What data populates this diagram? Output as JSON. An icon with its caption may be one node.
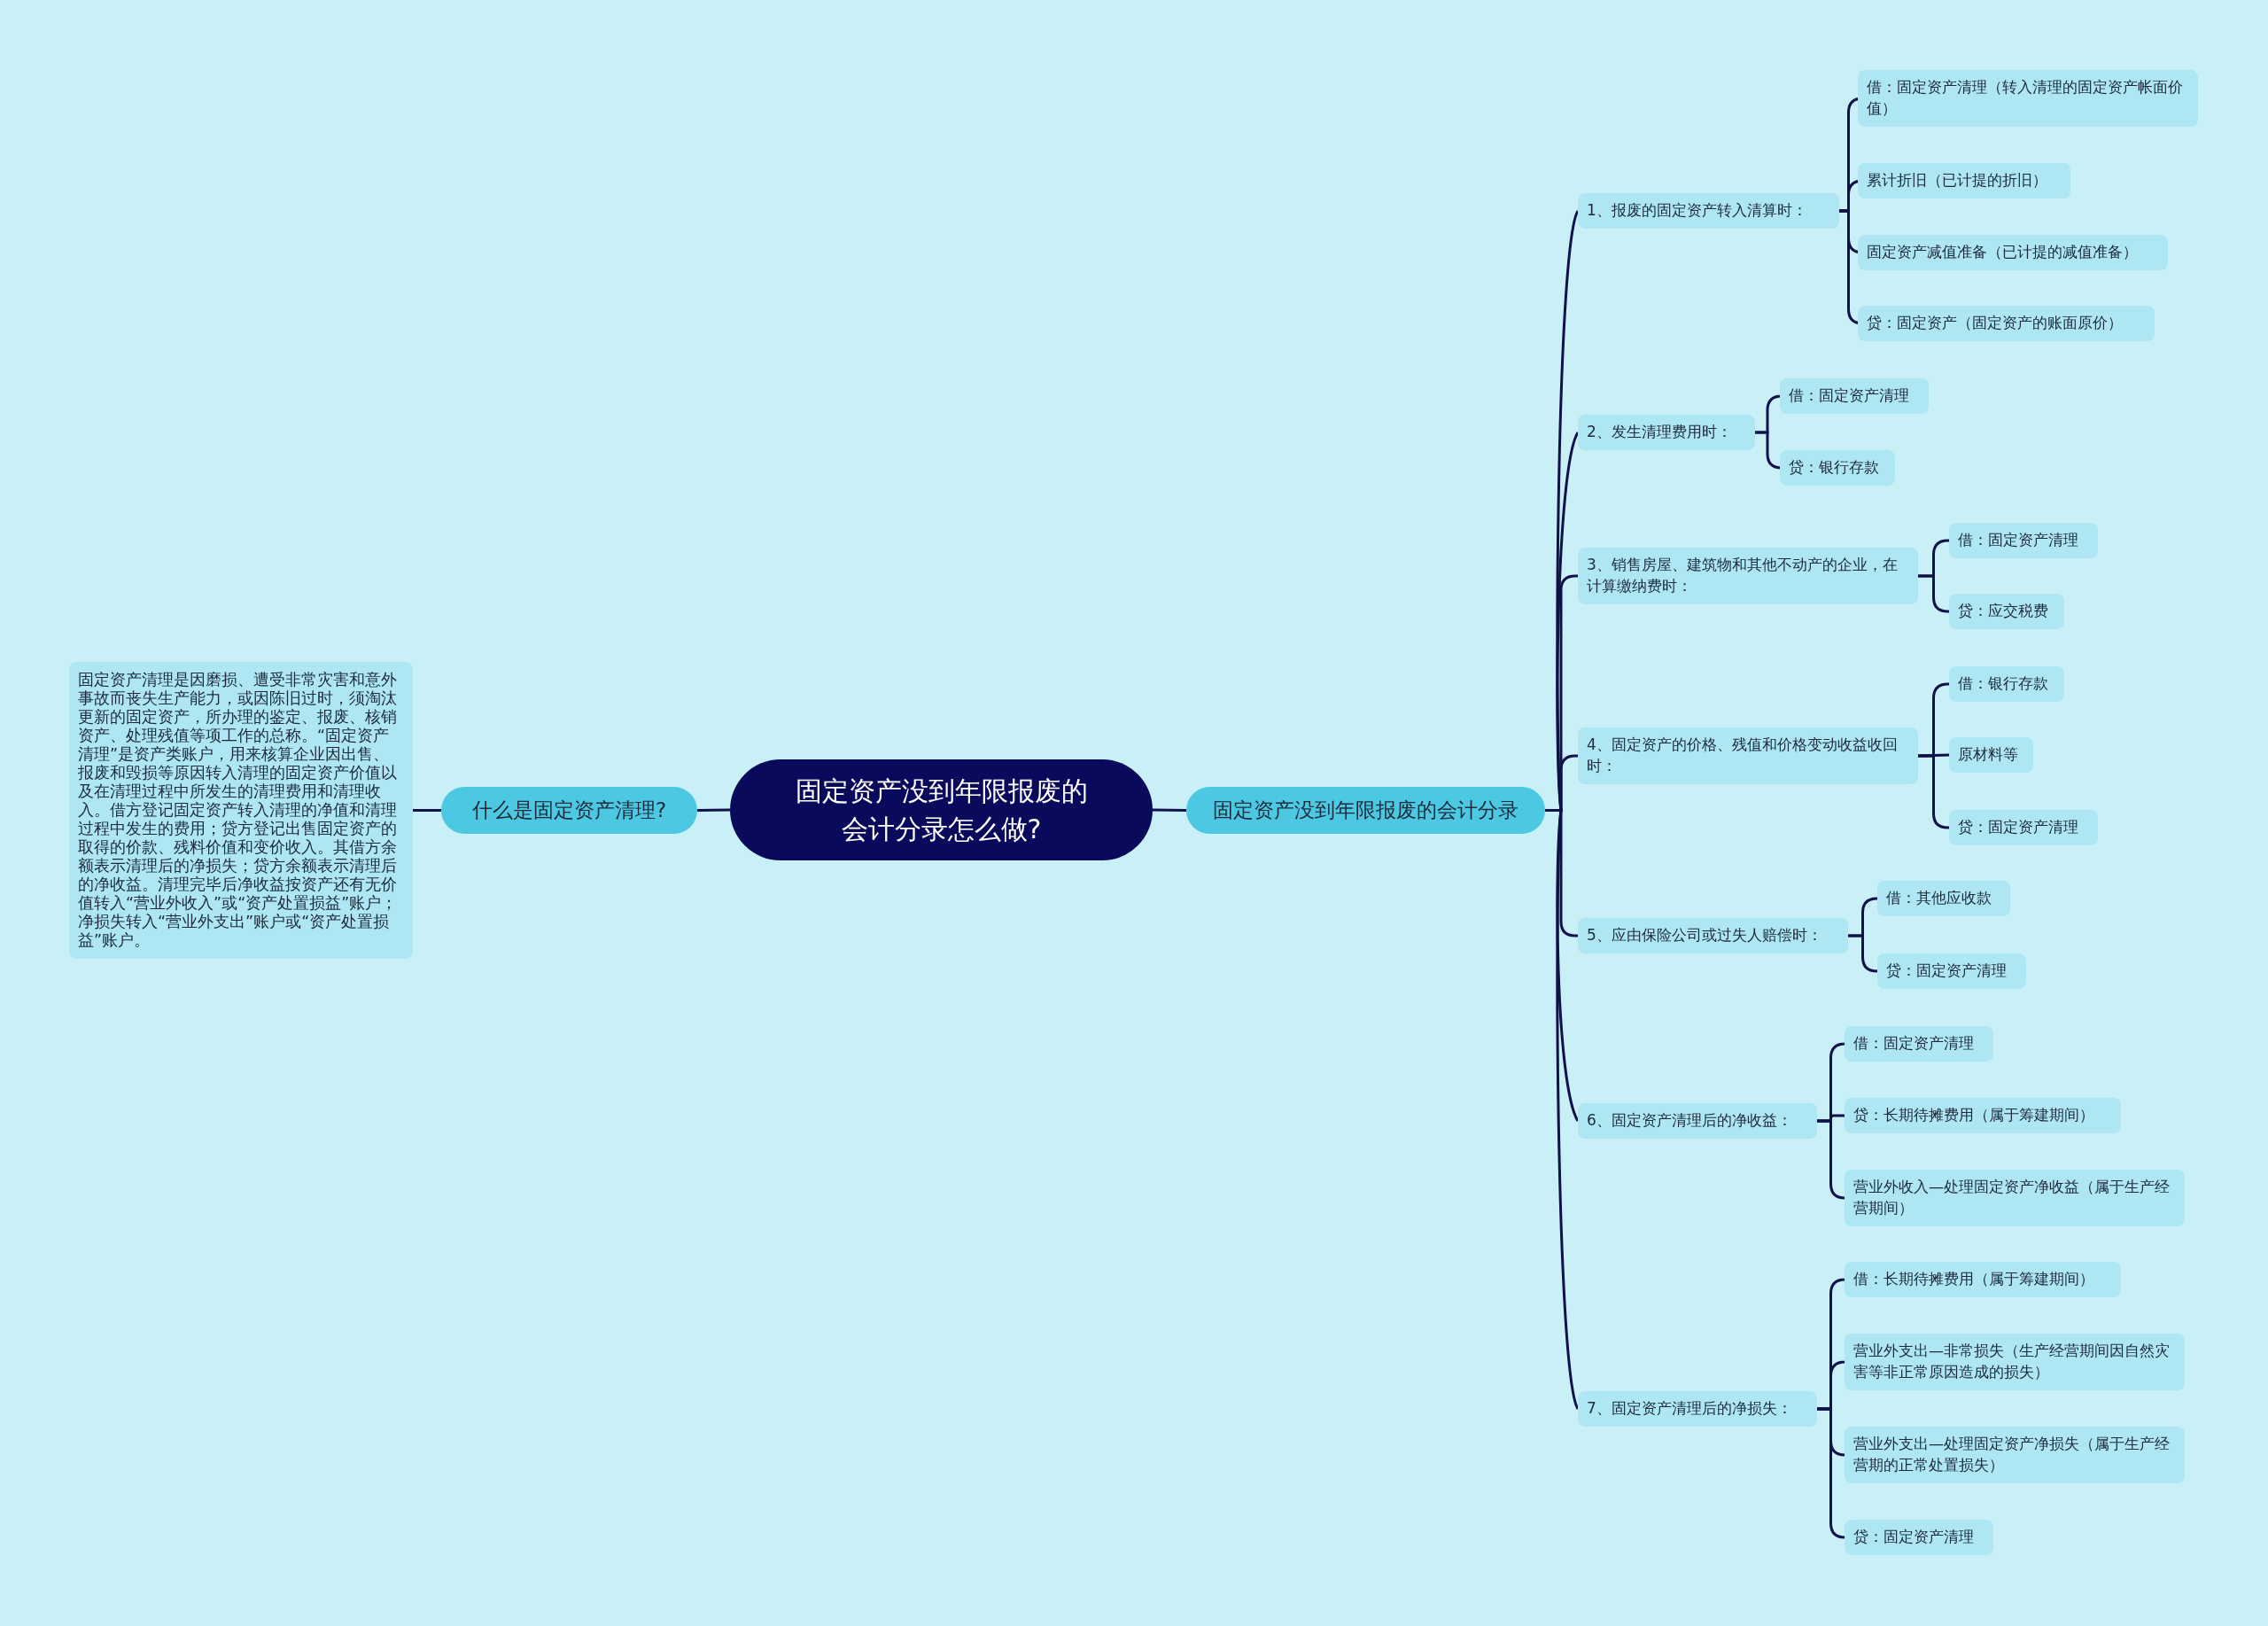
{
  "diagram": {
    "nodes": [
      {
        "text": [
          "固定资产没到年限报废的会计分录怎么做?"
        ]
      },
      {
        "text": [
          "什么是固定资产清理?"
        ]
      },
      {
        "text": [
          "固定资产清理是因磨损、遭受非常灾害和意外事故而丧失生产能力，或因陈旧过时，须淘汰更新的固定资产，所办理的鉴定、报废、核销资产、处理残值等项工作的总称。“固定资产清理”是资产类账户，用来核算企业因出售、报废和毁损等原因转入清理的固定资产价值以及在清理过程中所发生的清理费用和清理收入。借方登记固定资产转入清理的净值和清理过程中发生的费用；贷方登记出售固定资产的取得的价款、残料价值和变价收入。其借方余额表示清理后的净损失；贷方余额表示清理后的净收益。清理完毕后净收益按资产还有无价值转入“营业外收入”或“资产处置损益”账户；净损失转入“营业外支出”账户或“资产处置损益”账户。"
        ]
      },
      {
        "text": [
          "固定资产没到年限报废的会计分录"
        ]
      },
      {
        "text": [
          "1、报废的固定资产转入清算时："
        ]
      },
      {
        "text": [
          "借：固定资产清理（转入清理的固定资产帐面价值）"
        ]
      },
      {
        "text": [
          "累计折旧（已计提的折旧）"
        ]
      },
      {
        "text": [
          "固定资产减值准备（已计提的减值准备）"
        ]
      },
      {
        "text": [
          "贷：固定资产（固定资产的账面原价）"
        ]
      },
      {
        "text": [
          "2、发生清理费用时："
        ]
      },
      {
        "text": [
          "借：固定资产清理"
        ]
      },
      {
        "text": [
          "贷：银行存款"
        ]
      },
      {
        "text": [
          "3、销售房屋、建筑物和其他不动产的企业，在计算缴纳费时："
        ]
      },
      {
        "text": [
          "借：固定资产清理"
        ]
      },
      {
        "text": [
          "贷：应交税费"
        ]
      },
      {
        "text": [
          "4、固定资产的价格、残值和价格变动收益收回时："
        ]
      },
      {
        "text": [
          "借：银行存款"
        ]
      },
      {
        "text": [
          "原材料等"
        ]
      },
      {
        "text": [
          "贷：固定资产清理"
        ]
      },
      {
        "text": [
          "5、应由保险公司或过失人赔偿时："
        ]
      },
      {
        "text": [
          "借：其他应收款"
        ]
      },
      {
        "text": [
          "贷：固定资产清理"
        ]
      },
      {
        "text": [
          "6、固定资产清理后的净收益："
        ]
      },
      {
        "text": [
          "借：固定资产清理"
        ]
      },
      {
        "text": [
          "贷：长期待摊费用（属于筹建期间）"
        ]
      },
      {
        "text": [
          "营业外收入—处理固定资产净收益（属于生产经营期间）"
        ]
      },
      {
        "text": [
          "7、固定资产清理后的净损失："
        ]
      },
      {
        "text": [
          "借：长期待摊费用（属于筹建期间）"
        ]
      },
      {
        "text": [
          "营业外支出—非常损失（生产经营期间因自然灾害等非正常原因造成的损失）"
        ]
      },
      {
        "text": [
          "营业外支出—处理固定资产净损失（属于生产经营期的正常处置损失）"
        ]
      },
      {
        "text": [
          "贷：固定资产清理"
        ]
      }
    ],
    "edges": [
      {
        "from": 0,
        "to": 1,
        "arrow": "none"
      },
      {
        "from": 1,
        "to": 2,
        "arrow": "none"
      },
      {
        "from": 0,
        "to": 3,
        "arrow": "none"
      },
      {
        "from": 3,
        "to": 4,
        "arrow": "none"
      },
      {
        "from": 4,
        "to": 5,
        "arrow": "none"
      },
      {
        "from": 4,
        "to": 6,
        "arrow": "none"
      },
      {
        "from": 4,
        "to": 7,
        "arrow": "none"
      },
      {
        "from": 4,
        "to": 8,
        "arrow": "none"
      },
      {
        "from": 3,
        "to": 9,
        "arrow": "none"
      },
      {
        "from": 9,
        "to": 10,
        "arrow": "none"
      },
      {
        "from": 9,
        "to": 11,
        "arrow": "none"
      },
      {
        "from": 3,
        "to": 12,
        "arrow": "none"
      },
      {
        "from": 12,
        "to": 13,
        "arrow": "none"
      },
      {
        "from": 12,
        "to": 14,
        "arrow": "none"
      },
      {
        "from": 3,
        "to": 15,
        "arrow": "none"
      },
      {
        "from": 15,
        "to": 16,
        "arrow": "none"
      },
      {
        "from": 15,
        "to": 17,
        "arrow": "none"
      },
      {
        "from": 15,
        "to": 18,
        "arrow": "none"
      },
      {
        "from": 3,
        "to": 19,
        "arrow": "none"
      },
      {
        "from": 19,
        "to": 20,
        "arrow": "none"
      },
      {
        "from": 19,
        "to": 21,
        "arrow": "none"
      },
      {
        "from": 3,
        "to": 22,
        "arrow": "none"
      },
      {
        "from": 22,
        "to": 23,
        "arrow": "none"
      },
      {
        "from": 22,
        "to": 24,
        "arrow": "none"
      },
      {
        "from": 22,
        "to": 25,
        "arrow": "none"
      },
      {
        "from": 3,
        "to": 26,
        "arrow": "none"
      },
      {
        "from": 26,
        "to": 27,
        "arrow": "none"
      },
      {
        "from": 26,
        "to": 28,
        "arrow": "none"
      },
      {
        "from": 26,
        "to": 29,
        "arrow": "none"
      },
      {
        "from": 26,
        "to": 30,
        "arrow": "none"
      }
    ]
  }
}
